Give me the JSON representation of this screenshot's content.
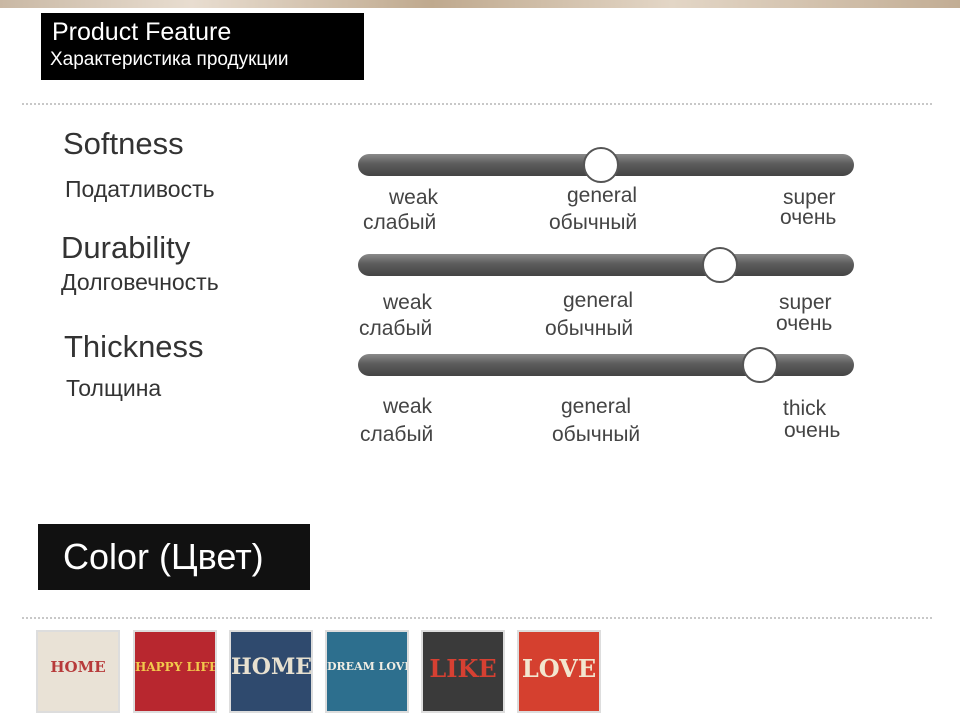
{
  "header": {
    "title_en": "Product Feature",
    "title_ru": "Характеристика продукции"
  },
  "features": [
    {
      "name_en": "Softness",
      "name_ru": "Податливость",
      "level": 0.49,
      "labels": [
        {
          "en": "weak",
          "ru": "слабый"
        },
        {
          "en": "general",
          "ru": "обычный"
        },
        {
          "en": "super",
          "ru": "очень"
        }
      ]
    },
    {
      "name_en": "Durability",
      "name_ru": "Долговечность",
      "level": 0.73,
      "labels": [
        {
          "en": "weak",
          "ru": "слабый"
        },
        {
          "en": "general",
          "ru": "обычный"
        },
        {
          "en": "super",
          "ru": "очень"
        }
      ]
    },
    {
      "name_en": "Thickness",
      "name_ru": "Толщина",
      "level": 0.81,
      "labels": [
        {
          "en": "weak",
          "ru": "слабый"
        },
        {
          "en": "general",
          "ru": "обычный"
        },
        {
          "en": "thick",
          "ru": "очень"
        }
      ]
    }
  ],
  "color_section": {
    "title": "Color (Цвет)"
  },
  "swatches": [
    {
      "text": "HOME",
      "bg": "#e9e2d6",
      "fg": "#b73a3a"
    },
    {
      "text": "HAPPY LIFE",
      "bg": "#b8272f",
      "fg": "#f2c94c"
    },
    {
      "text": "HOME",
      "bg": "#2f4a6e",
      "fg": "#e8e1d0"
    },
    {
      "text": "DREAM LOVE",
      "bg": "#2d6f8e",
      "fg": "#f0ede3"
    },
    {
      "text": "LIKE",
      "bg": "#3a3a3a",
      "fg": "#d64032"
    },
    {
      "text": "LOVE",
      "bg": "#d5402f",
      "fg": "#f2e6cf"
    }
  ]
}
